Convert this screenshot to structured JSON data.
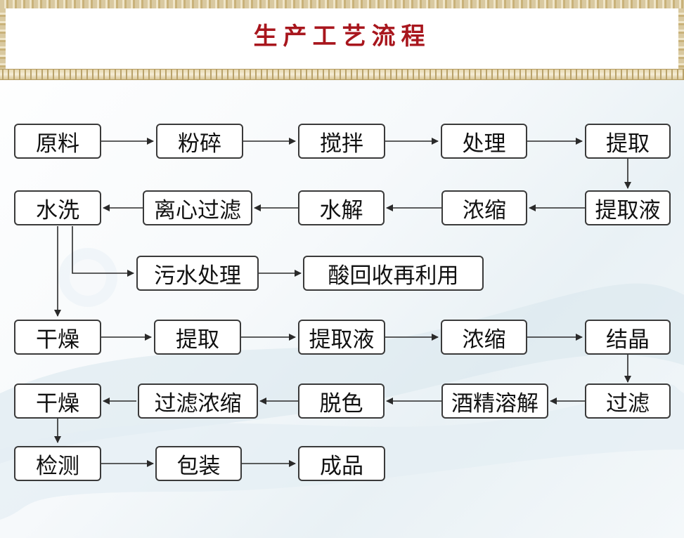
{
  "title": "生产工艺流程",
  "nodes": {
    "n1": "原料",
    "n2": "粉碎",
    "n3": "搅拌",
    "n4": "处理",
    "n5": "提取",
    "n6": "提取液",
    "n7": "浓缩",
    "n8": "水解",
    "n9": "离心过滤",
    "n10": "水洗",
    "n11": "污水处理",
    "n12": "酸回收再利用",
    "n13": "干燥",
    "n14": "提取",
    "n15": "提取液",
    "n16": "浓缩",
    "n17": "结晶",
    "n18": "过滤",
    "n19": "酒精溶解",
    "n20": "脱色",
    "n21": "过滤浓缩",
    "n22": "干燥",
    "n23": "检测",
    "n24": "包装",
    "n25": "成品"
  },
  "edges": [
    [
      "n1",
      "n2"
    ],
    [
      "n2",
      "n3"
    ],
    [
      "n3",
      "n4"
    ],
    [
      "n4",
      "n5"
    ],
    [
      "n5",
      "n6"
    ],
    [
      "n6",
      "n7"
    ],
    [
      "n7",
      "n8"
    ],
    [
      "n8",
      "n9"
    ],
    [
      "n9",
      "n10"
    ],
    [
      "n10",
      "n11"
    ],
    [
      "n11",
      "n12"
    ],
    [
      "n10",
      "n13"
    ],
    [
      "n13",
      "n14"
    ],
    [
      "n14",
      "n15"
    ],
    [
      "n15",
      "n16"
    ],
    [
      "n16",
      "n17"
    ],
    [
      "n17",
      "n18"
    ],
    [
      "n18",
      "n19"
    ],
    [
      "n19",
      "n20"
    ],
    [
      "n20",
      "n21"
    ],
    [
      "n21",
      "n22"
    ],
    [
      "n22",
      "n23"
    ],
    [
      "n23",
      "n24"
    ],
    [
      "n24",
      "n25"
    ]
  ],
  "colors": {
    "title": "#a8161d",
    "border": "#3a3a3a",
    "arrow": "#2a2a2a",
    "ornament": "#c9b27a"
  }
}
